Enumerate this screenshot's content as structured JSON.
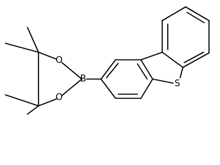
{
  "molecule": {
    "atoms": {
      "boron": "B",
      "oxygen_top": "O",
      "oxygen_bottom": "O",
      "sulfur": "S"
    },
    "colors": {
      "bond": "#000000",
      "label": "#000000",
      "background": "#ffffff"
    }
  }
}
